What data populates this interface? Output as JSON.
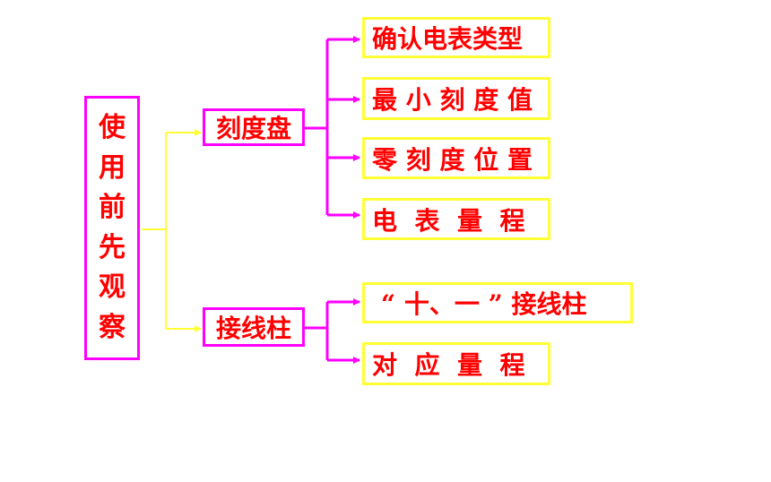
{
  "root": {
    "chars": [
      "使",
      "用",
      "前",
      "先",
      "观",
      "察"
    ]
  },
  "branches": [
    {
      "label": "刻度盘",
      "leaves": [
        "确认电表类型",
        "最 小 刻 度 值",
        "零 刻 度 位 置",
        "电  表  量  程"
      ]
    },
    {
      "label": "接线柱",
      "leaves": [
        "“ 十、一 ” 接线柱",
        "对  应  量  程"
      ]
    }
  ],
  "colors": {
    "text": "#ff0000",
    "magenta": "#ff00ff",
    "yellow": "#ffff33"
  }
}
